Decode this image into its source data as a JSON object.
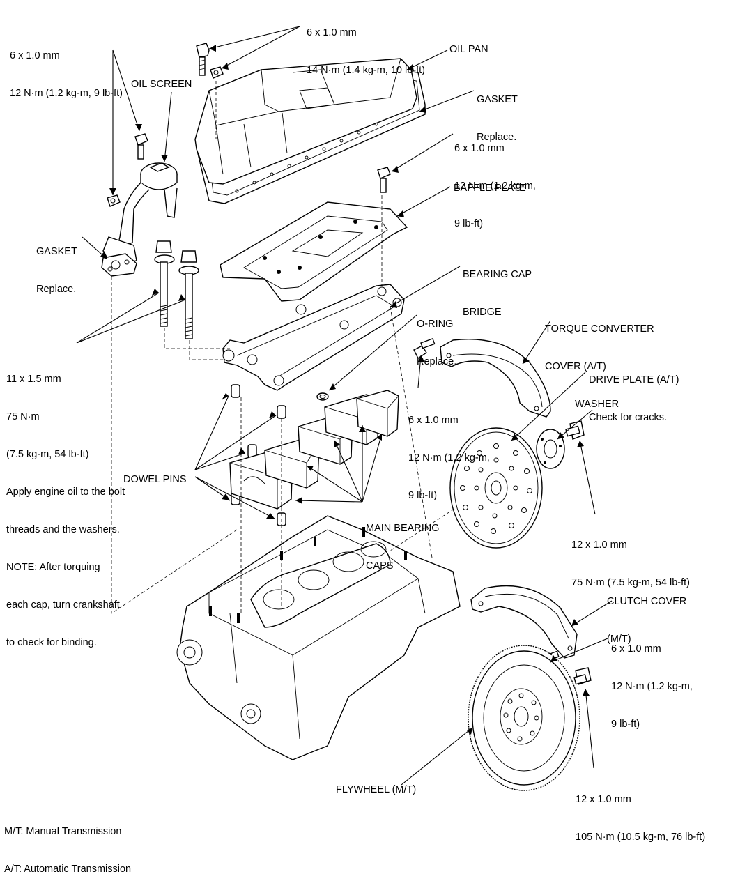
{
  "colors": {
    "ink": "#000000",
    "paper": "#ffffff"
  },
  "labels": {
    "oil_pan_bolt_spec": {
      "size": "6 x 1.0 mm",
      "torque": "14 N·m (1.4 kg-m, 10 lb-ft)"
    },
    "oil_screen_bolt_spec": {
      "size": "6 x 1.0 mm",
      "torque": "12 N·m (1.2 kg-m, 9 lb-ft)"
    },
    "oil_pan": "OIL PAN",
    "oil_screen": "OIL SCREEN",
    "pan_gasket": {
      "name": "GASKET",
      "note": "Replace."
    },
    "baffle_bolt_spec": {
      "size": "6 x 1.0 mm",
      "torque_1": "12 N·m (1.2 kg-m,",
      "torque_2": "9 lb-ft)"
    },
    "baffle_plate": "BAFFLE PLATE",
    "screen_gasket": {
      "name": "GASKET",
      "note": "Replace."
    },
    "bearing_cap_bridge": {
      "line1": "BEARING CAP",
      "line2": "BRIDGE"
    },
    "o_ring": {
      "name": "O-RING",
      "note": "Replace."
    },
    "torque_converter_cover": {
      "line1": "TORQUE CONVERTER",
      "line2": "COVER (A/T)"
    },
    "main_bolt_spec": {
      "size": "11 x 1.5 mm",
      "torque": "75 N·m",
      "torque_alt": "(7.5 kg-m, 54 lb-ft)",
      "note_1": "Apply engine oil to the bolt",
      "note_2": "threads and the washers.",
      "note_3": "NOTE: After torquing",
      "note_4": "each cap, turn crankshaft",
      "note_5": "to check for binding."
    },
    "drive_plate": {
      "name": "DRIVE PLATE (A/T)",
      "note": "Check for cracks."
    },
    "cover_bolt_spec": {
      "size": "6 x 1.0 mm",
      "torque_1": "12 N·m (1.2 kg-m,",
      "torque_2": "9 lb-ft)"
    },
    "washer": "WASHER",
    "dowel_pins": "DOWEL PINS",
    "main_bearing_caps": {
      "line1": "MAIN BEARING",
      "line2": "CAPS"
    },
    "drive_plate_bolt_spec": {
      "size": "12 x 1.0 mm",
      "torque": "75 N·m (7.5 kg-m, 54 lb-ft)"
    },
    "clutch_cover": {
      "line1": "CLUTCH COVER",
      "line2": "(M/T)"
    },
    "clutch_cover_bolt_spec": {
      "size": "6 x 1.0 mm",
      "torque_1": "12 N·m (1.2 kg-m,",
      "torque_2": "9 lb-ft)"
    },
    "flywheel_bolt_spec": {
      "size": "12 x 1.0 mm",
      "torque": "105 N·m (10.5 kg-m, 76 lb-ft)"
    },
    "flywheel": "FLYWHEEL (M/T)"
  },
  "legend": {
    "mt": "M/T: Manual Transmission",
    "at": "A/T: Automatic Transmission"
  }
}
